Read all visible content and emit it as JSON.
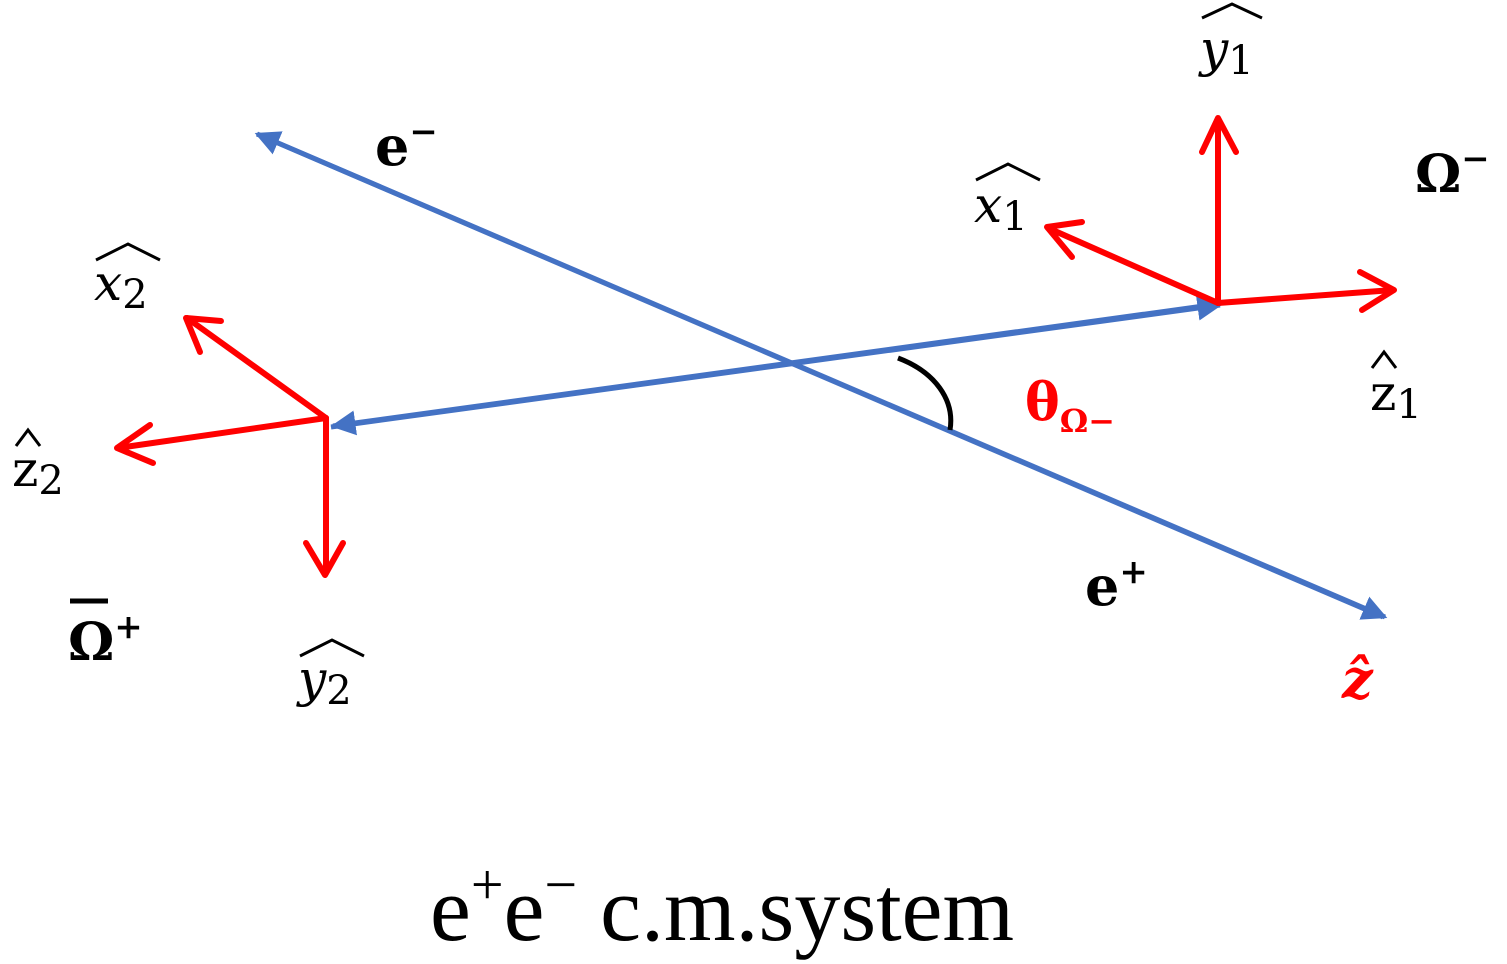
{
  "colors": {
    "beam": "#4472C4",
    "axis": "#FF0000",
    "text": "#000000",
    "red_text": "#FF0000"
  },
  "labels": {
    "e_minus": {
      "base": "e",
      "sup": "−"
    },
    "e_plus": {
      "base": "e",
      "sup": "+"
    },
    "omega_minus": {
      "base": "Ω",
      "sup": "−"
    },
    "omega_bar_plus": {
      "base": "Ω",
      "sup": "+"
    },
    "x1": {
      "base": "x",
      "sub": "1"
    },
    "y1": {
      "base": "y",
      "sub": "1"
    },
    "z1": {
      "base": "z",
      "sub": "1"
    },
    "x2": {
      "base": "x",
      "sub": "2"
    },
    "y2": {
      "base": "y",
      "sub": "2"
    },
    "z2": {
      "base": "z",
      "sub": "2"
    },
    "theta": {
      "base": "θ",
      "sub": "Ω−"
    },
    "z_hat": "ẑ"
  },
  "caption": {
    "e_plus": "e",
    "plus": "+",
    "e_minus": "e",
    "minus": "−",
    "rest": " c.m.system"
  }
}
